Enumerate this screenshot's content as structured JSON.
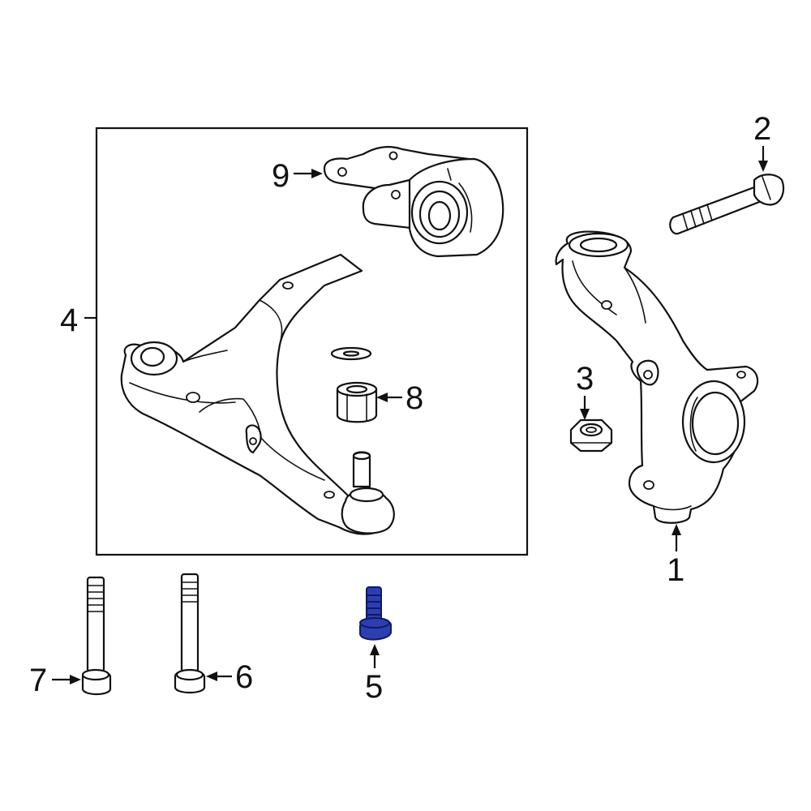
{
  "diagram": {
    "callouts": {
      "c1": "1",
      "c2": "2",
      "c3": "3",
      "c4": "4",
      "c5": "5",
      "c6": "6",
      "c7": "7",
      "c8": "8",
      "c9": "9"
    },
    "highlight_part": "5",
    "colors": {
      "line": "#111111",
      "highlight": "#2d3fb0",
      "background": "#ffffff"
    }
  }
}
